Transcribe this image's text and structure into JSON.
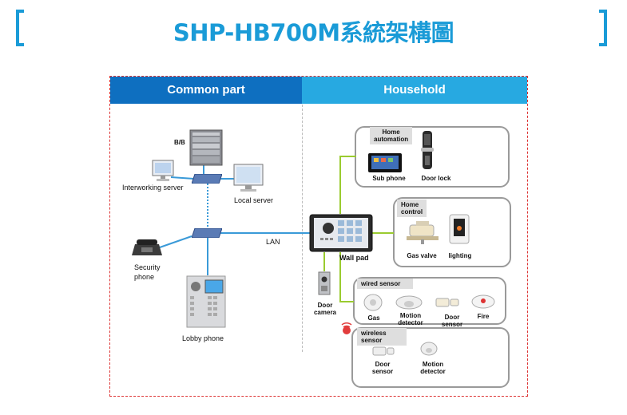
{
  "title": "SHP-HB700M系統架構圖",
  "sections": {
    "common": "Common part",
    "household": "Household"
  },
  "labels": {
    "bb": "B/B",
    "interworking_server": "Interworking server",
    "local_server": "Local server",
    "lan": "LAN",
    "security_phone": [
      "Security",
      "phone"
    ],
    "lobby_phone": "Lobby phone",
    "wall_pad": "Wall pad",
    "door_camera": [
      "Door",
      "camera"
    ]
  },
  "groups": {
    "home_automation": {
      "title": [
        "Home",
        "automation"
      ],
      "items": [
        "Sub phone",
        "Door lock"
      ]
    },
    "home_control": {
      "title": [
        "Home",
        "control"
      ],
      "items": [
        "Gas valve",
        "lighting"
      ]
    },
    "wired_sensor": {
      "title": "wired sensor",
      "items": [
        "Gas",
        [
          "Motion",
          "detector"
        ],
        [
          "Door",
          "sensor"
        ],
        "Fire"
      ]
    },
    "wireless_sensor": {
      "title": [
        "wireless",
        "sensor"
      ],
      "items": [
        [
          "Door",
          "sensor"
        ],
        [
          "Motion",
          "detector"
        ]
      ]
    }
  },
  "colors": {
    "accent": "#1a9bd7",
    "common_header": "#0e6fc0",
    "household_header": "#27a9e1",
    "lan_wire": "#3a9ad8",
    "household_wire": "#9acb2f",
    "frame": "#dd3333"
  }
}
